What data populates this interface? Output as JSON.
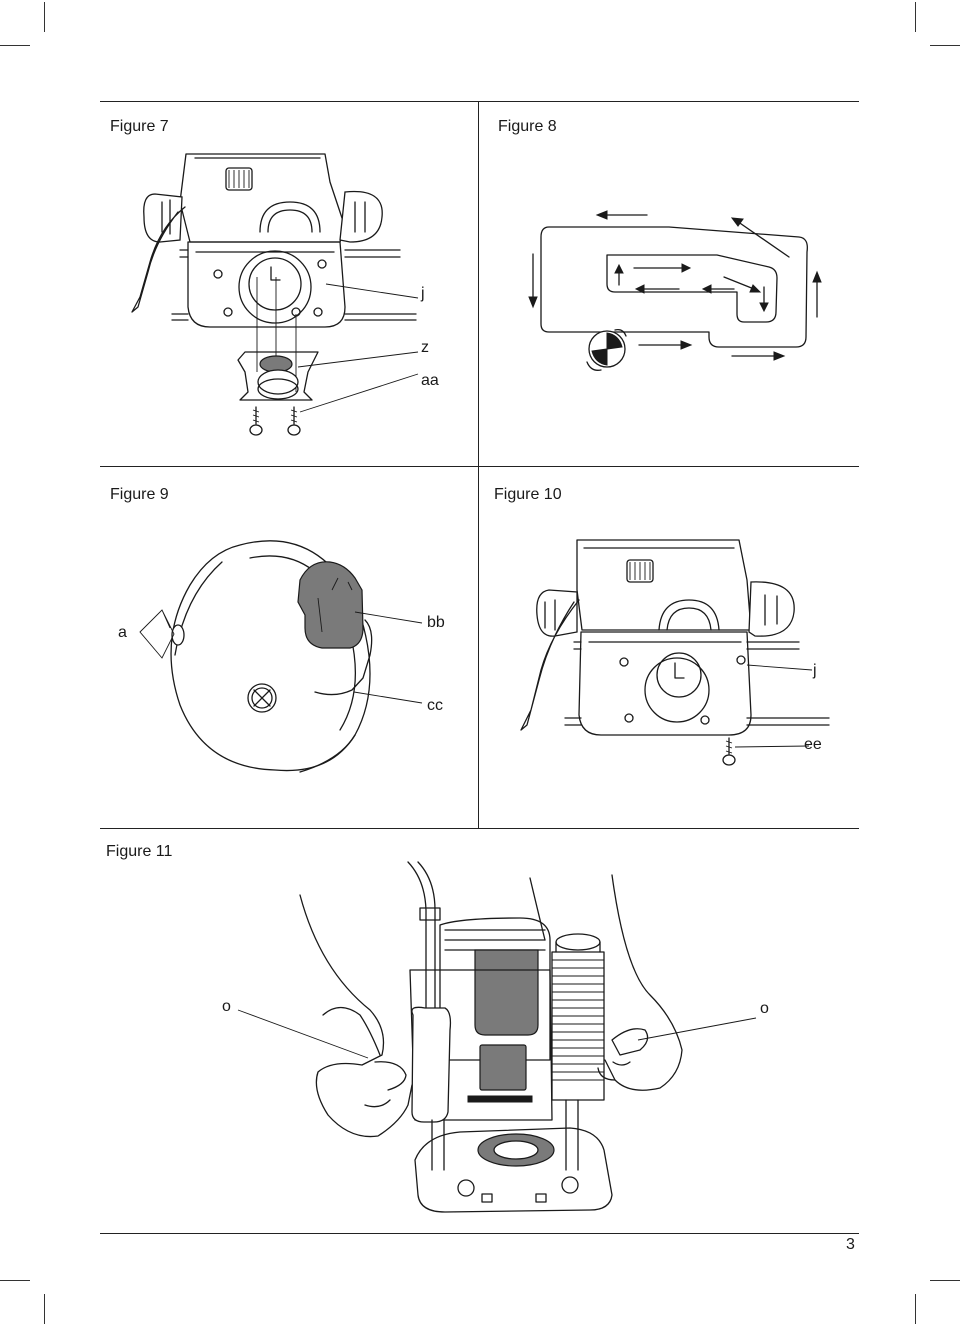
{
  "figures": {
    "fig7": {
      "title": "Figure 7",
      "labels": {
        "j": "j",
        "z": "z",
        "aa": "aa"
      }
    },
    "fig8": {
      "title": "Figure 8"
    },
    "fig9": {
      "title": "Figure 9",
      "labels": {
        "a": "a",
        "bb": "bb",
        "cc": "cc"
      }
    },
    "fig10": {
      "title": "Figure 10",
      "labels": {
        "j": "j",
        "ee": "ee"
      }
    },
    "fig11": {
      "title": "Figure 11",
      "labels": {
        "o_left": "o",
        "o_right": "o"
      }
    }
  },
  "footer": {
    "page_number": "3"
  }
}
